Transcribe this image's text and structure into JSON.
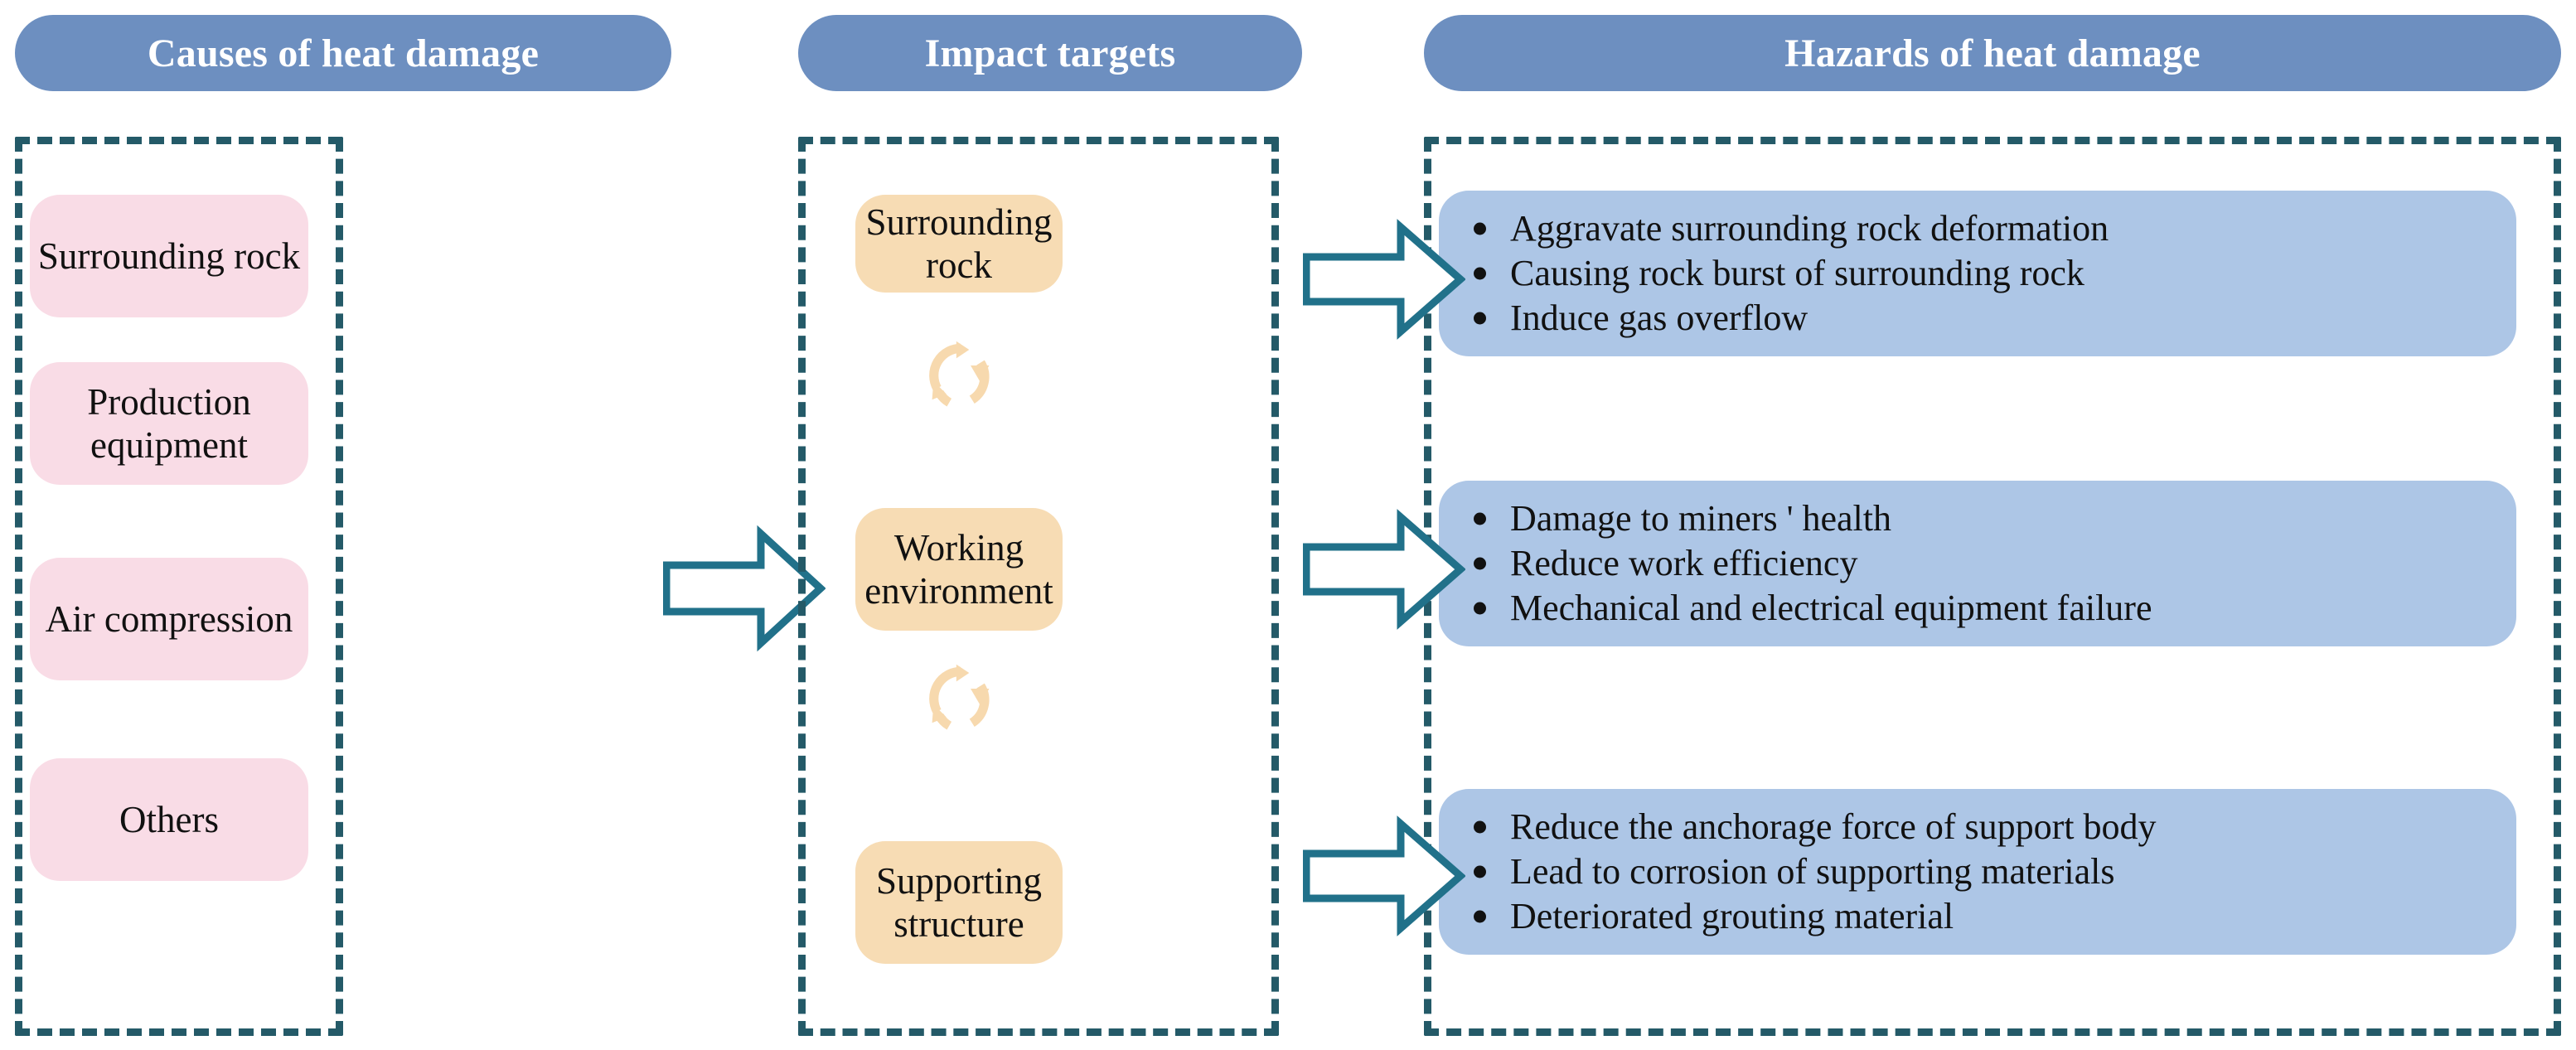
{
  "columns": {
    "causes": {
      "title": "Causes of heat damage",
      "items": [
        {
          "label": "Surrounding rock"
        },
        {
          "label": "Production equipment"
        },
        {
          "label": "Air compression"
        },
        {
          "label": "Others"
        }
      ]
    },
    "targets": {
      "title": "Impact targets",
      "items": [
        {
          "label": "Surrounding rock"
        },
        {
          "label": "Working environment"
        },
        {
          "label": "Supporting structure"
        }
      ],
      "cycle_icons": [
        {
          "name": "cycle-arrows-icon"
        },
        {
          "name": "cycle-arrows-icon"
        }
      ]
    },
    "hazards": {
      "title": "Hazards of heat damage",
      "groups": [
        {
          "bullets": [
            "Aggravate surrounding rock deformation",
            "Causing rock burst of surrounding rock",
            "Induce gas overflow"
          ]
        },
        {
          "bullets": [
            "Damage to miners ' health",
            "Reduce work efficiency",
            "Mechanical and electrical equipment failure"
          ]
        },
        {
          "bullets": [
            "Reduce the anchorage force of support body",
            "Lead to corrosion of supporting materials",
            "Deteriorated grouting material"
          ]
        }
      ]
    }
  },
  "arrows": [
    {
      "name": "arrow-causes-to-targets",
      "direction": "right"
    },
    {
      "name": "arrow-target-0-to-hazard-0",
      "direction": "right"
    },
    {
      "name": "arrow-target-1-to-hazard-1",
      "direction": "right"
    },
    {
      "name": "arrow-target-2-to-hazard-2",
      "direction": "right"
    }
  ],
  "colors": {
    "header_blue": "#6d8fc0",
    "dashed_teal": "#245a68",
    "arrow_teal": "#21718a",
    "node_pink": "#f9dce6",
    "node_orange": "#f7dcb4",
    "node_blue": "#adc6e6",
    "cycle_icon": "#f7d9ae",
    "text_dark": "#111111",
    "text_light": "#ffffff"
  }
}
